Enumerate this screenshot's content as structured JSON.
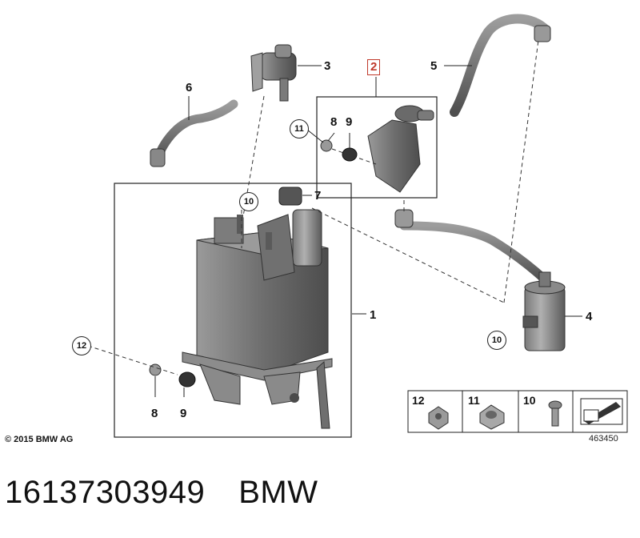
{
  "callouts": {
    "c1": "1",
    "c2": "2",
    "c3": "3",
    "c4": "4",
    "c5": "5",
    "c6": "6",
    "c7": "7",
    "c8_top": "8",
    "c9_top": "9",
    "c11": "11",
    "c10_top": "10",
    "c10_filter": "10",
    "c12": "12",
    "c8_bottom": "8",
    "c9_bottom": "9"
  },
  "legend": {
    "items": [
      "12",
      "11",
      "10"
    ]
  },
  "copyright": "© 2015 BMW AG",
  "reference_number": "463450",
  "part_number": "16137303949",
  "brand": "BMW",
  "colors": {
    "part_fill": "#8a8a8a",
    "part_dark": "#555555",
    "hose_fill": "#7a7a7a",
    "highlight_box": "#c0392b"
  }
}
